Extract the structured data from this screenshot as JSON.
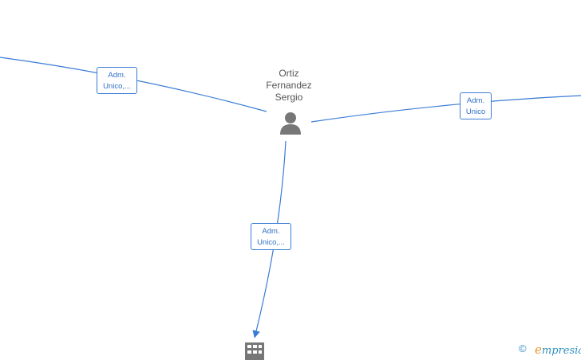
{
  "person": {
    "name": "Ortiz\nFernandez\nSergio"
  },
  "edges": [
    {
      "label": "Adm.\nUnico,..."
    },
    {
      "label": "Adm.\nUnico"
    },
    {
      "label": "Adm.\nUnico,..."
    }
  ],
  "footer": {
    "copyright_symbol": "©",
    "brand_first": "e",
    "brand_rest": "mpresia"
  },
  "colors": {
    "edge": "#3a7bd5",
    "node_icon": "#777777",
    "label_text": "#2f6fc7"
  }
}
